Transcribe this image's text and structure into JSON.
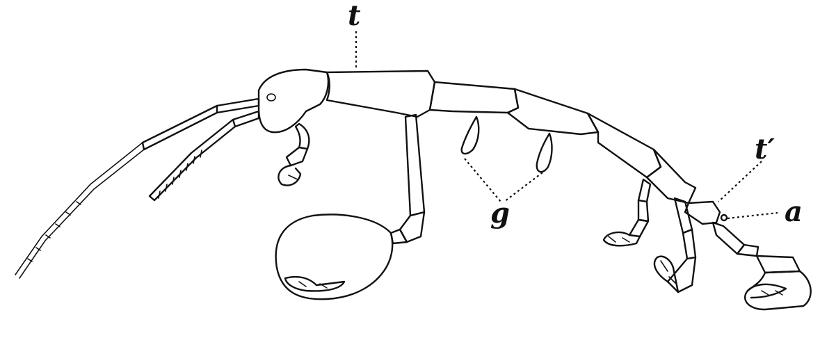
{
  "labels": {
    "t": "t",
    "t_prime": "t′",
    "g": "g",
    "a": "a"
  },
  "colors": {
    "ink": "#111111",
    "paper": "#ffffff"
  }
}
